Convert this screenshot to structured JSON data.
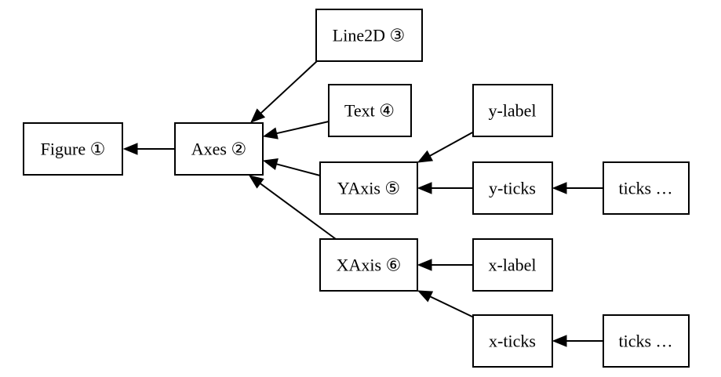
{
  "colors": {
    "stroke": "#000000",
    "fill": "#ffffff"
  },
  "nodes": {
    "figure": {
      "label": "Figure ①"
    },
    "axes": {
      "label": "Axes ②"
    },
    "line2d": {
      "label": "Line2D ③"
    },
    "text": {
      "label": "Text ④"
    },
    "yaxis": {
      "label": "YAxis ⑤"
    },
    "xaxis": {
      "label": "XAxis ⑥"
    },
    "ylabel": {
      "label": "y-label"
    },
    "yticks": {
      "label": "y-ticks"
    },
    "yticks_more": {
      "label": "ticks …"
    },
    "xlabel": {
      "label": "x-label"
    },
    "xticks": {
      "label": "x-ticks"
    },
    "xticks_more": {
      "label": "ticks …"
    }
  },
  "edges": [
    {
      "from": "axes",
      "to": "figure"
    },
    {
      "from": "line2d",
      "to": "axes"
    },
    {
      "from": "text",
      "to": "axes"
    },
    {
      "from": "yaxis",
      "to": "axes"
    },
    {
      "from": "xaxis",
      "to": "axes"
    },
    {
      "from": "ylabel",
      "to": "yaxis"
    },
    {
      "from": "yticks",
      "to": "yaxis"
    },
    {
      "from": "yticks_more",
      "to": "yticks"
    },
    {
      "from": "xlabel",
      "to": "xaxis"
    },
    {
      "from": "xticks",
      "to": "xaxis"
    },
    {
      "from": "xticks_more",
      "to": "xticks"
    }
  ]
}
